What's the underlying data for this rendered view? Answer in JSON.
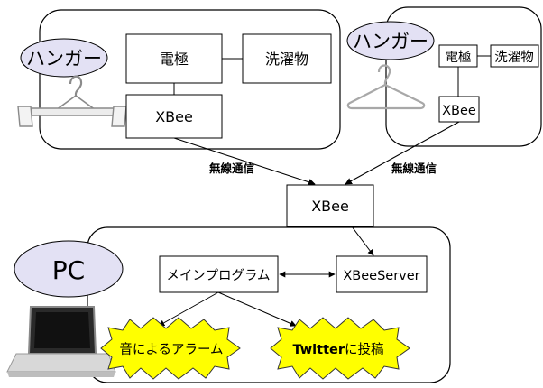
{
  "hanger1": {
    "badge": "ハンガー",
    "electrode": "電極",
    "laundry": "洗濯物",
    "xbee": "XBee"
  },
  "hanger2": {
    "badge": "ハンガー",
    "electrode": "電極",
    "laundry": "洗濯物",
    "xbee": "XBee"
  },
  "links": {
    "wireless_left": "無線通信",
    "wireless_right": "無線通信"
  },
  "hub": {
    "xbee": "XBee"
  },
  "pc": {
    "badge": "PC",
    "main_program": "メインプログラム",
    "server": "XBeeServer",
    "sound_alarm": "音によるアラーム",
    "twitter_prefix": "Twitter",
    "twitter_suffix": "に投稿"
  },
  "colors": {
    "badge_fill": "#e3e1f4",
    "star_fill": "#ffff00",
    "stroke": "#000000"
  }
}
